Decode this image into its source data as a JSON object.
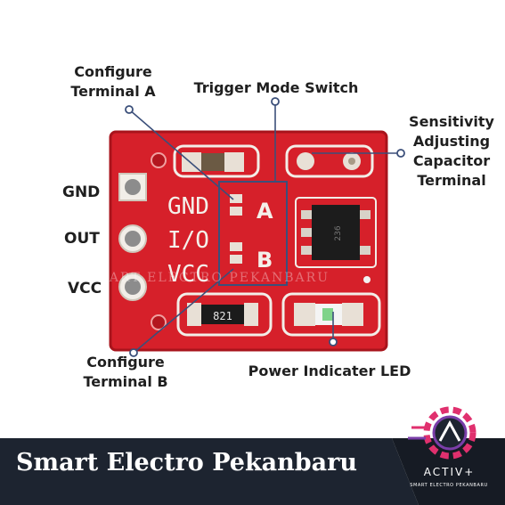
{
  "labels": {
    "configure_a": [
      "Configure",
      "Terminal A"
    ],
    "trigger": "Trigger Mode Switch",
    "sensitivity": [
      "Sensitivity",
      "Adjusting",
      "Capacitor",
      "Terminal"
    ],
    "configure_b": [
      "Configure",
      "Terminal B"
    ],
    "power_led": "Power Indicater LED"
  },
  "pins": {
    "gnd": "GND",
    "out": "OUT",
    "vcc": "VCC"
  },
  "board": {
    "silk_gnd": "GND",
    "silk_io": "I/O",
    "silk_vcc": "VCC",
    "silk_a": "A",
    "silk_b": "B",
    "resistor_code": "821",
    "chip_code": "236",
    "watermark": "SMART ELECTRO PEKANBARU"
  },
  "banner": {
    "title": "Smart Electro Pekanbaru",
    "brand": "ACTIV+",
    "tagline": "SMART ELECTRO PEKANBARU"
  },
  "colors": {
    "pcb": "#d6202a",
    "pcb_dark": "#a8141c",
    "pad": "#e8e0d6",
    "callout_line": "#3b4f7a",
    "banner": "#1d2430",
    "logo_pink": "#e0306e",
    "logo_purple": "#7a3ea8"
  }
}
